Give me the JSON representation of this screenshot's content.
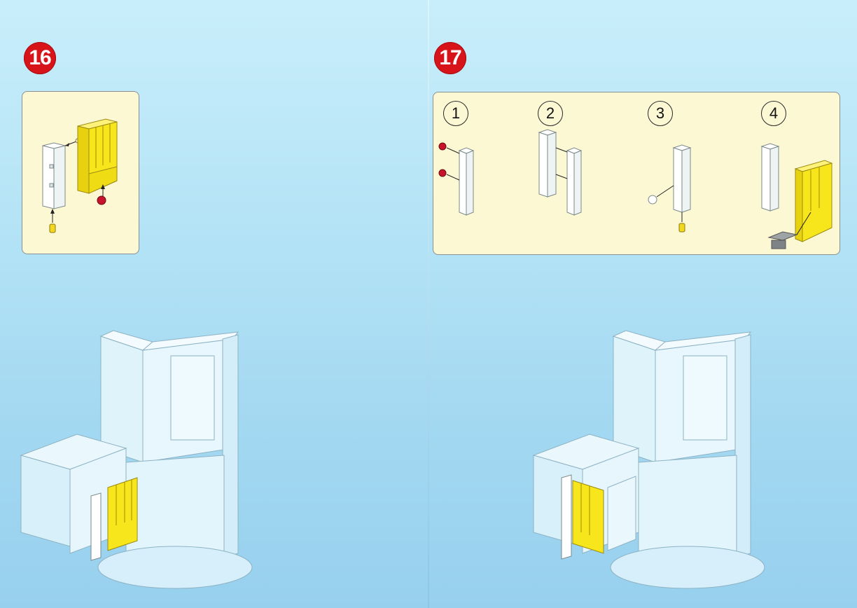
{
  "steps": [
    {
      "number": "16"
    },
    {
      "number": "17",
      "substeps": [
        "1",
        "2",
        "3",
        "4"
      ]
    }
  ],
  "colors": {
    "badge_red": "#d7141a",
    "panel_cream": "#fdf8d4",
    "brick_yellow": "#f5e11a",
    "brick_white": "#ffffff",
    "brick_red": "#c8142a",
    "model_blue": "#d6f0fb"
  }
}
